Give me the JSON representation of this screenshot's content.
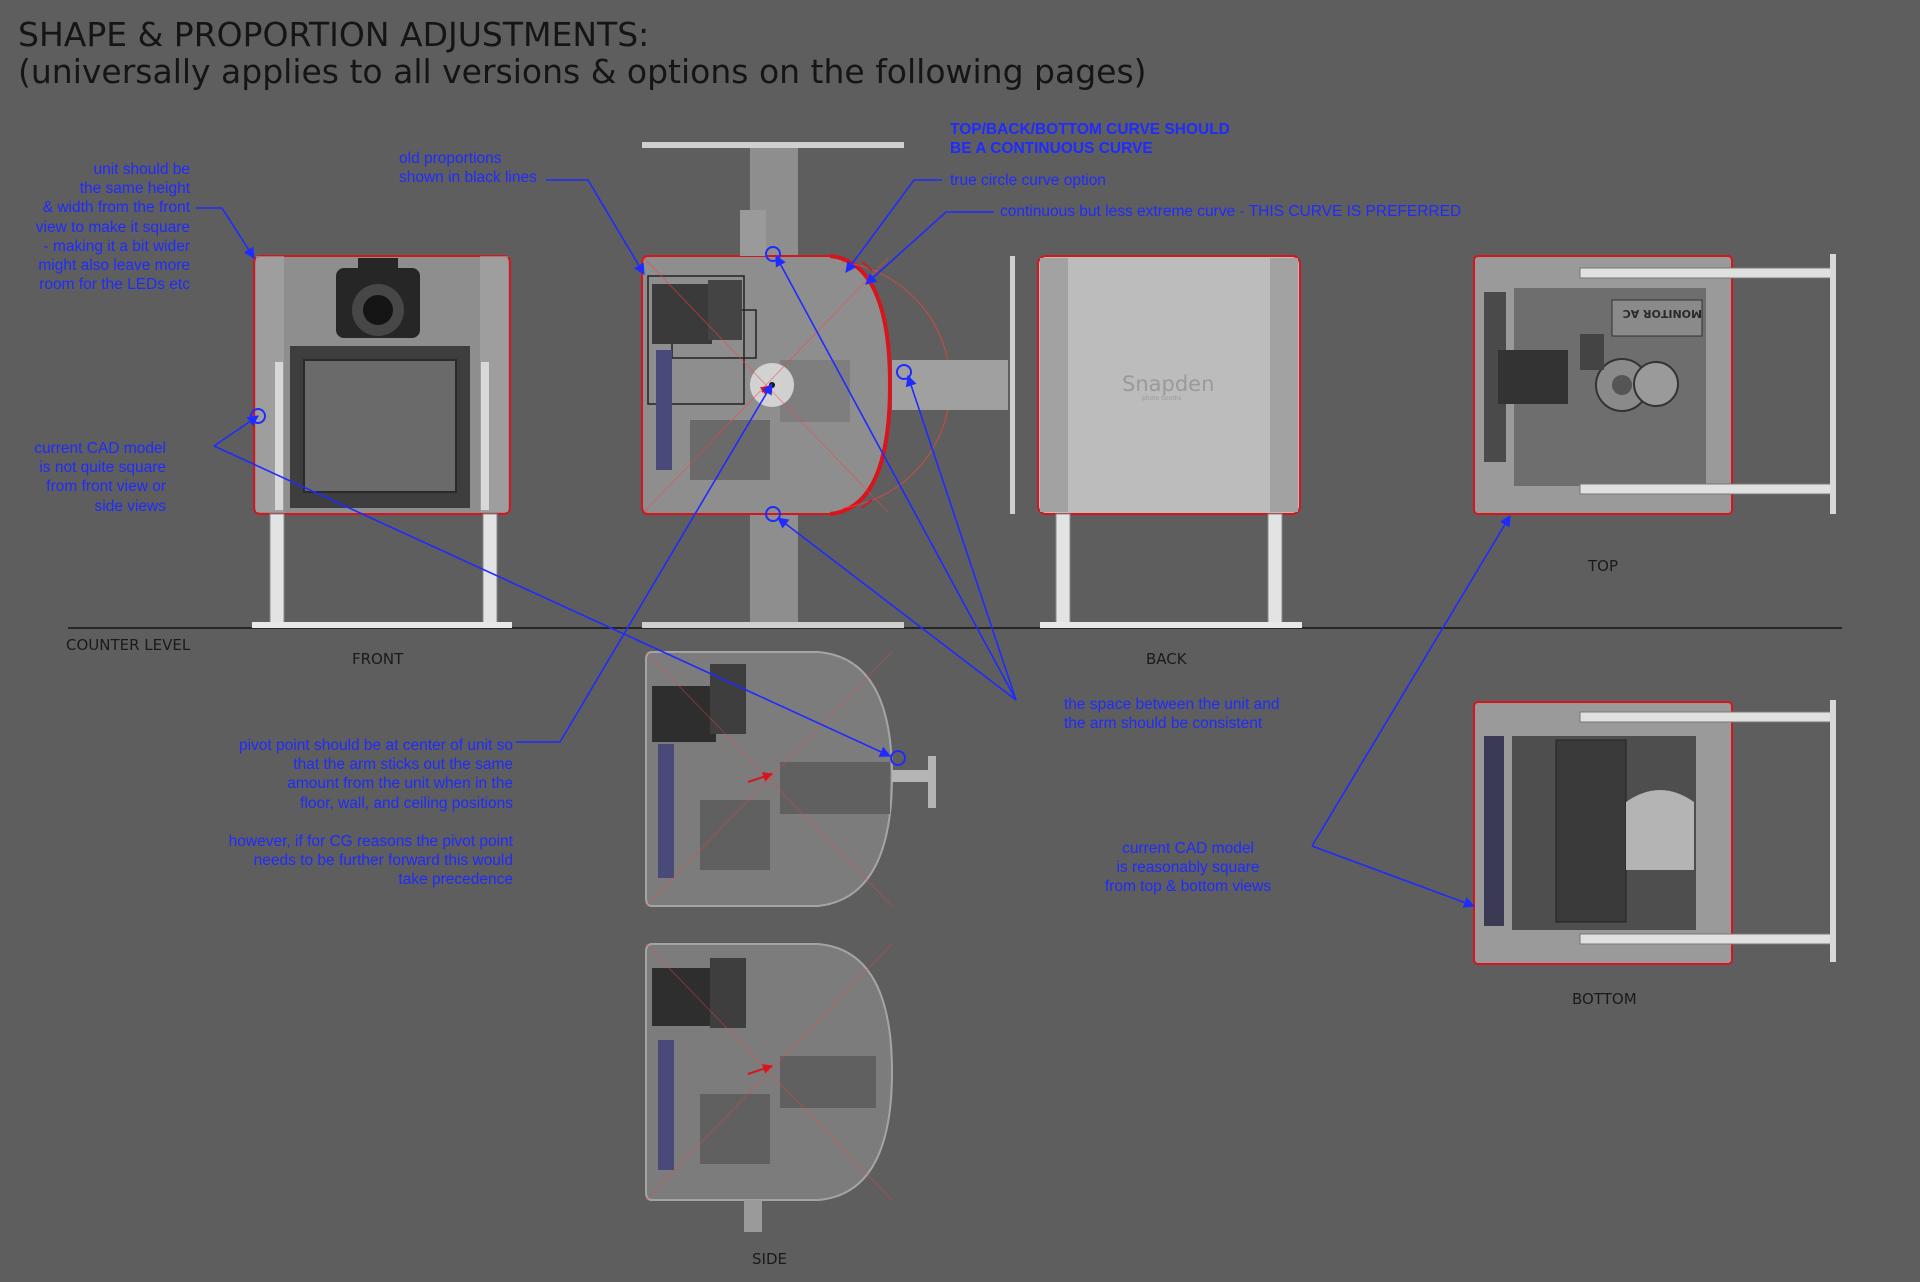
{
  "title": {
    "line1": "SHAPE & PROPORTION ADJUSTMENTS:",
    "line2": "(universally applies to all versions & options on the following pages)"
  },
  "views": {
    "counter_level": "COUNTER LEVEL",
    "front": "FRONT",
    "back": "BACK",
    "top": "TOP",
    "bottom": "BOTTOM",
    "side": "SIDE"
  },
  "product": {
    "back_logo": "Snapden",
    "back_logo_sub": "photo booths",
    "top_panel_label": "MONITOR AC"
  },
  "notes": {
    "square_front": "unit should be\nthe same height\n& width from the front\nview to make it square\n- making it a bit wider\nmight also leave more\nroom for the LEDs etc",
    "old_proportions": "old proportions\nshown in black lines",
    "curve_heading": "TOP/BACK/BOTTOM CURVE SHOULD\nBE A CONTINUOUS CURVE",
    "true_circle": "true circle curve option",
    "preferred_curve": "continuous but less extreme curve - THIS CURVE IS PREFERRED",
    "not_square": "current CAD model\nis not quite square\nfrom front view or\nside views",
    "pivot_point": "pivot point should be at center of unit so\nthat the arm sticks out the same\namount from the unit when in the\nfloor, wall, and ceiling positions\n\nhowever, if for CG reasons the pivot point\nneeds to be further forward this would\ntake precedence",
    "arm_space": "the space between the unit and\nthe arm should be consistent",
    "top_bottom_square": "current CAD model\nis reasonably square\nfrom top & bottom views"
  },
  "colors": {
    "background": "#5e5e5e",
    "annotation_blue": "#1f2bff",
    "outline_red": "#d8141c",
    "label_dark": "#1a1a1a"
  }
}
